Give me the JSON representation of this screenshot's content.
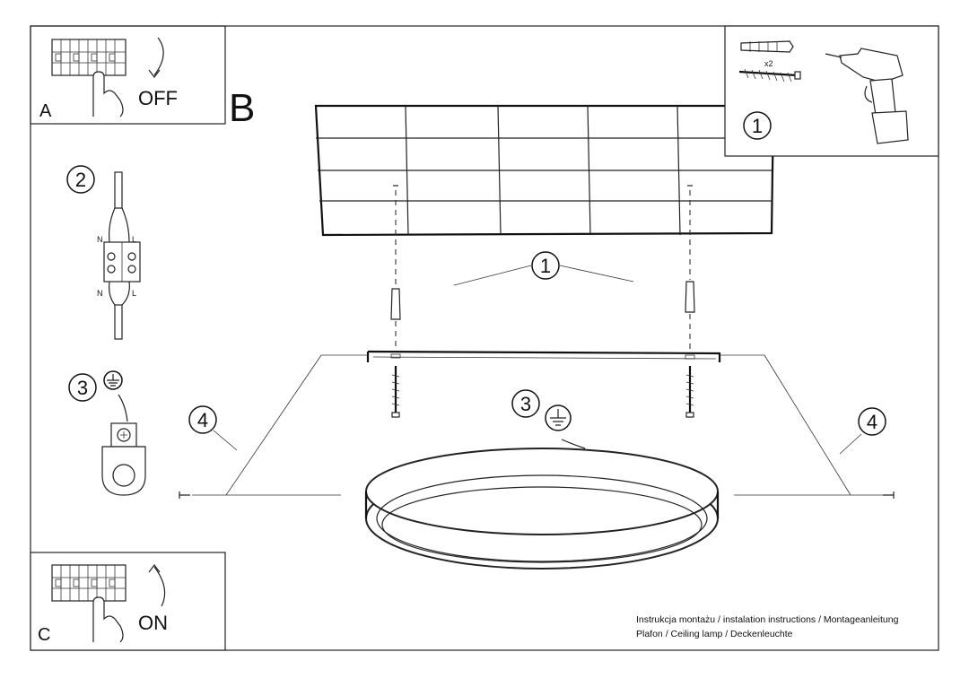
{
  "panels": {
    "a": {
      "letter": "A",
      "action": "OFF"
    },
    "b": {
      "letter": "B"
    },
    "c": {
      "letter": "C",
      "action": "ON"
    }
  },
  "steps": {
    "tools": "1",
    "mount": "1",
    "wiring": "2",
    "ground_left": "3",
    "ground_center": "3",
    "screw_left": "4",
    "screw_right": "4"
  },
  "labels": {
    "anchor_qty": "x2",
    "terminal_n_top": "N",
    "terminal_l_top": "L",
    "terminal_n_bottom": "N",
    "terminal_l_bottom": "L"
  },
  "caption": {
    "line1": "Instrukcja montażu / instalation instructions / Montageanleitung",
    "line2": "Plafon / Ceiling lamp / Deckenleuchte"
  }
}
